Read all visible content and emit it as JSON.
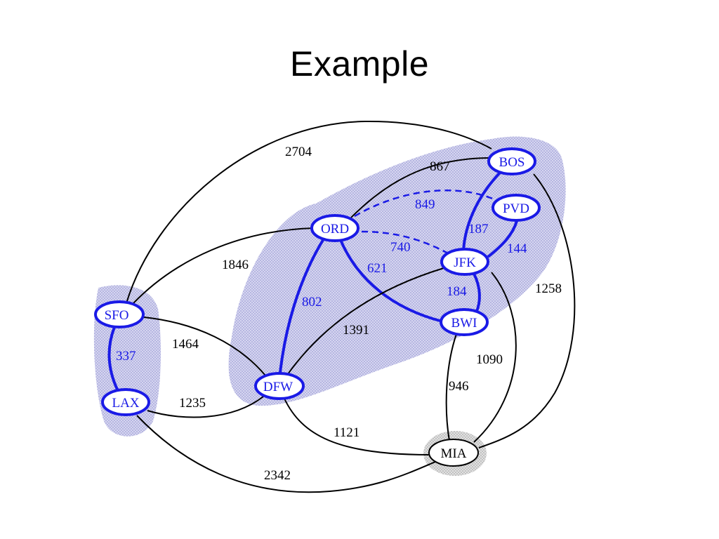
{
  "title": "Example",
  "colors": {
    "tree": "#1a1ae6",
    "edge": "#000000",
    "region": "#c8c8ea",
    "region_stroke": "#a8a8d8",
    "mia_region": "#cfcfcf"
  },
  "nodes": [
    {
      "id": "SFO",
      "label": "SFO",
      "in_tree": true
    },
    {
      "id": "LAX",
      "label": "LAX",
      "in_tree": true
    },
    {
      "id": "ORD",
      "label": "ORD",
      "in_tree": true
    },
    {
      "id": "DFW",
      "label": "DFW",
      "in_tree": true
    },
    {
      "id": "BOS",
      "label": "BOS",
      "in_tree": true
    },
    {
      "id": "PVD",
      "label": "PVD",
      "in_tree": true
    },
    {
      "id": "JFK",
      "label": "JFK",
      "in_tree": true
    },
    {
      "id": "BWI",
      "label": "BWI",
      "in_tree": true
    },
    {
      "id": "MIA",
      "label": "MIA",
      "in_tree": false
    }
  ],
  "edges": [
    {
      "id": "SFO-BOS",
      "from": "SFO",
      "to": "BOS",
      "weight": "2704",
      "style": "normal"
    },
    {
      "id": "ORD-BOS",
      "from": "ORD",
      "to": "BOS",
      "weight": "867",
      "style": "normal"
    },
    {
      "id": "ORD-PVD",
      "from": "ORD",
      "to": "PVD",
      "weight": "849",
      "style": "dashed"
    },
    {
      "id": "BOS-JFK",
      "from": "BOS",
      "to": "JFK",
      "weight": "187",
      "style": "tree"
    },
    {
      "id": "PVD-JFK",
      "from": "PVD",
      "to": "JFK",
      "weight": "144",
      "style": "tree"
    },
    {
      "id": "ORD-JFK",
      "from": "ORD",
      "to": "JFK",
      "weight": "740",
      "style": "dashed"
    },
    {
      "id": "ORD-BWI",
      "from": "ORD",
      "to": "BWI",
      "weight": "621",
      "style": "tree"
    },
    {
      "id": "SFO-ORD",
      "from": "SFO",
      "to": "ORD",
      "weight": "1846",
      "style": "normal"
    },
    {
      "id": "BOS-MIA",
      "from": "BOS",
      "to": "MIA",
      "weight": "1258",
      "style": "normal"
    },
    {
      "id": "JFK-BWI",
      "from": "JFK",
      "to": "BWI",
      "weight": "184",
      "style": "tree"
    },
    {
      "id": "ORD-DFW",
      "from": "ORD",
      "to": "DFW",
      "weight": "802",
      "style": "tree"
    },
    {
      "id": "DFW-JFK",
      "from": "DFW",
      "to": "JFK",
      "weight": "1391",
      "style": "normal"
    },
    {
      "id": "SFO-DFW",
      "from": "SFO",
      "to": "DFW",
      "weight": "1464",
      "style": "normal"
    },
    {
      "id": "SFO-LAX",
      "from": "SFO",
      "to": "LAX",
      "weight": "337",
      "style": "tree"
    },
    {
      "id": "JFK-MIA",
      "from": "JFK",
      "to": "MIA",
      "weight": "1090",
      "style": "normal"
    },
    {
      "id": "BWI-MIA",
      "from": "BWI",
      "to": "MIA",
      "weight": "946",
      "style": "normal"
    },
    {
      "id": "LAX-DFW",
      "from": "LAX",
      "to": "DFW",
      "weight": "1235",
      "style": "normal"
    },
    {
      "id": "DFW-MIA",
      "from": "DFW",
      "to": "MIA",
      "weight": "1121",
      "style": "normal"
    },
    {
      "id": "LAX-MIA",
      "from": "LAX",
      "to": "MIA",
      "weight": "2342",
      "style": "normal"
    }
  ]
}
